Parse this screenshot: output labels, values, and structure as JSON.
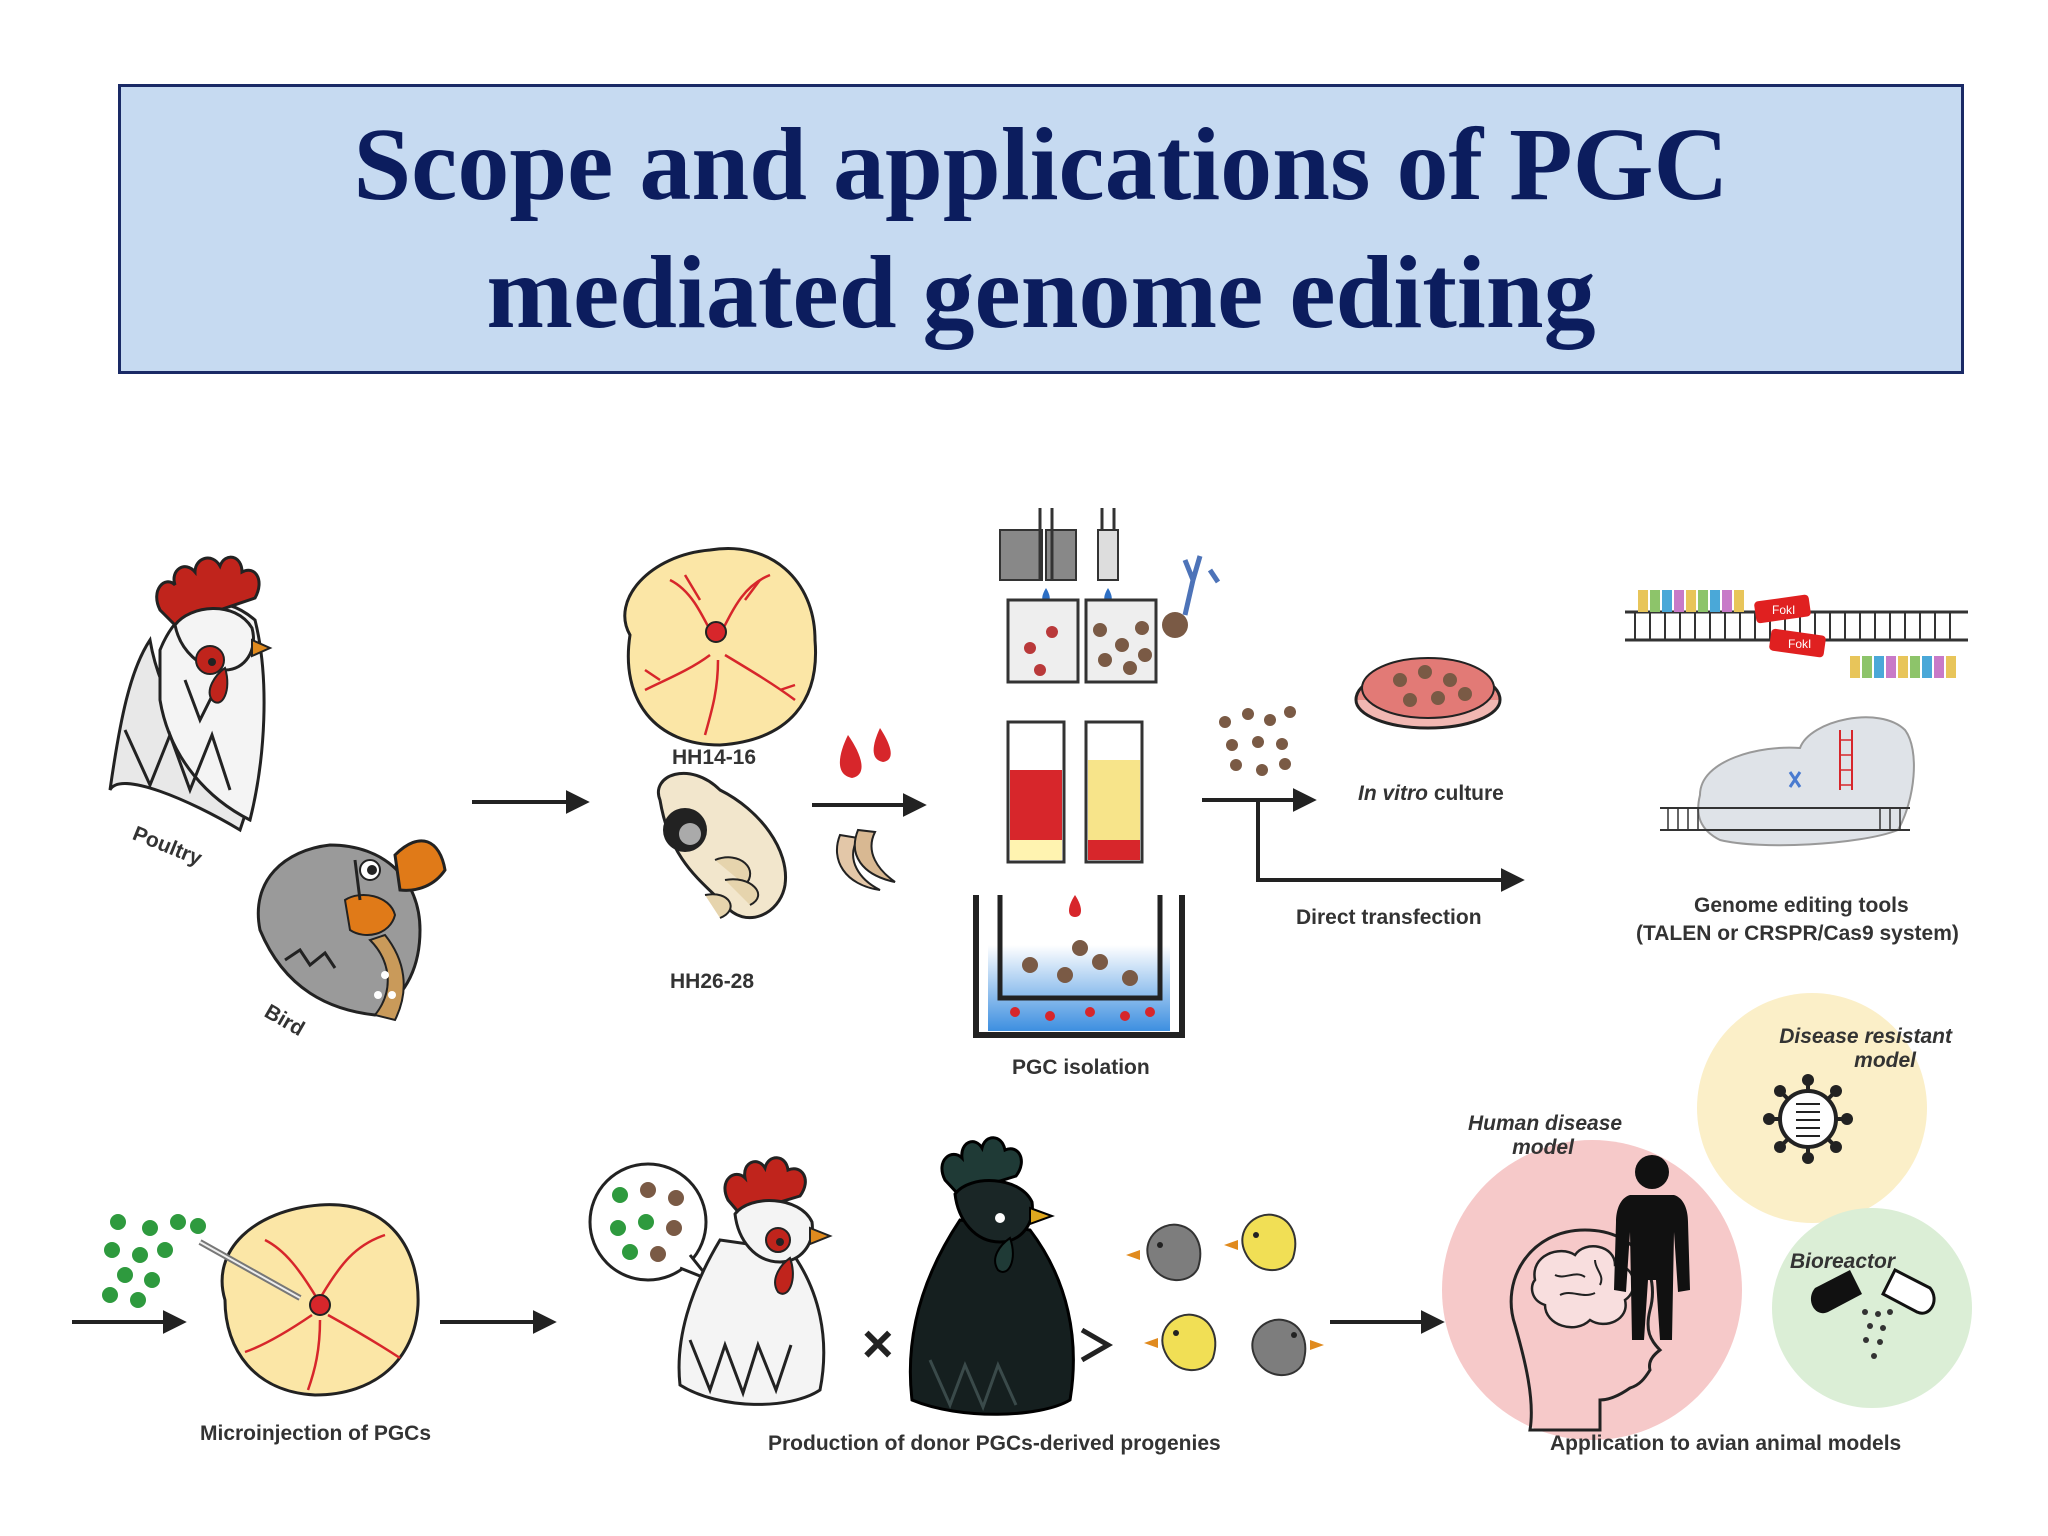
{
  "slide": {
    "title_line1": "Scope and applications of PGC",
    "title_line2": "mediated genome editing"
  },
  "labels": {
    "poultry": "Poultry",
    "bird": "Bird",
    "hh14_16": "HH14-16",
    "hh26_28": "HH26-28",
    "pgc_isolation": "PGC isolation",
    "in_vitro_italic": "In vitro",
    "in_vitro_rest": " culture",
    "direct_transfection": "Direct transfection",
    "genome_tools_line1": "Genome editing tools",
    "genome_tools_line2": "(TALEN or CRSPR/Cas9  system)",
    "fokl": "FokI",
    "microinjection": "Microinjection of PGCs",
    "production": "Production of donor PGCs-derived progenies",
    "application": "Application to avian animal models",
    "human_disease_line1": "Human disease",
    "human_disease_line2": "model",
    "disease_resistant_line1": "Disease resistant",
    "disease_resistant_line2": "model",
    "bioreactor": "Bioreactor",
    "cross_symbol": "×"
  },
  "colors": {
    "title_bg": "#c6daf1",
    "title_text": "#0c1d5e",
    "embryo_fill": "#fbe6a6",
    "vessel_red": "#d7262b",
    "comb_red": "#c0241c",
    "beak_orange": "#e08a1e",
    "pgc_brown": "#7a5a45",
    "donor_green": "#2e9a3e",
    "human_disease_bg": "#f6c9c9",
    "disease_resistant_bg": "#fbefc8",
    "bioreactor_bg": "#dbeed6",
    "chick_yellow": "#f1df55",
    "chick_gray": "#7d7d7d"
  }
}
